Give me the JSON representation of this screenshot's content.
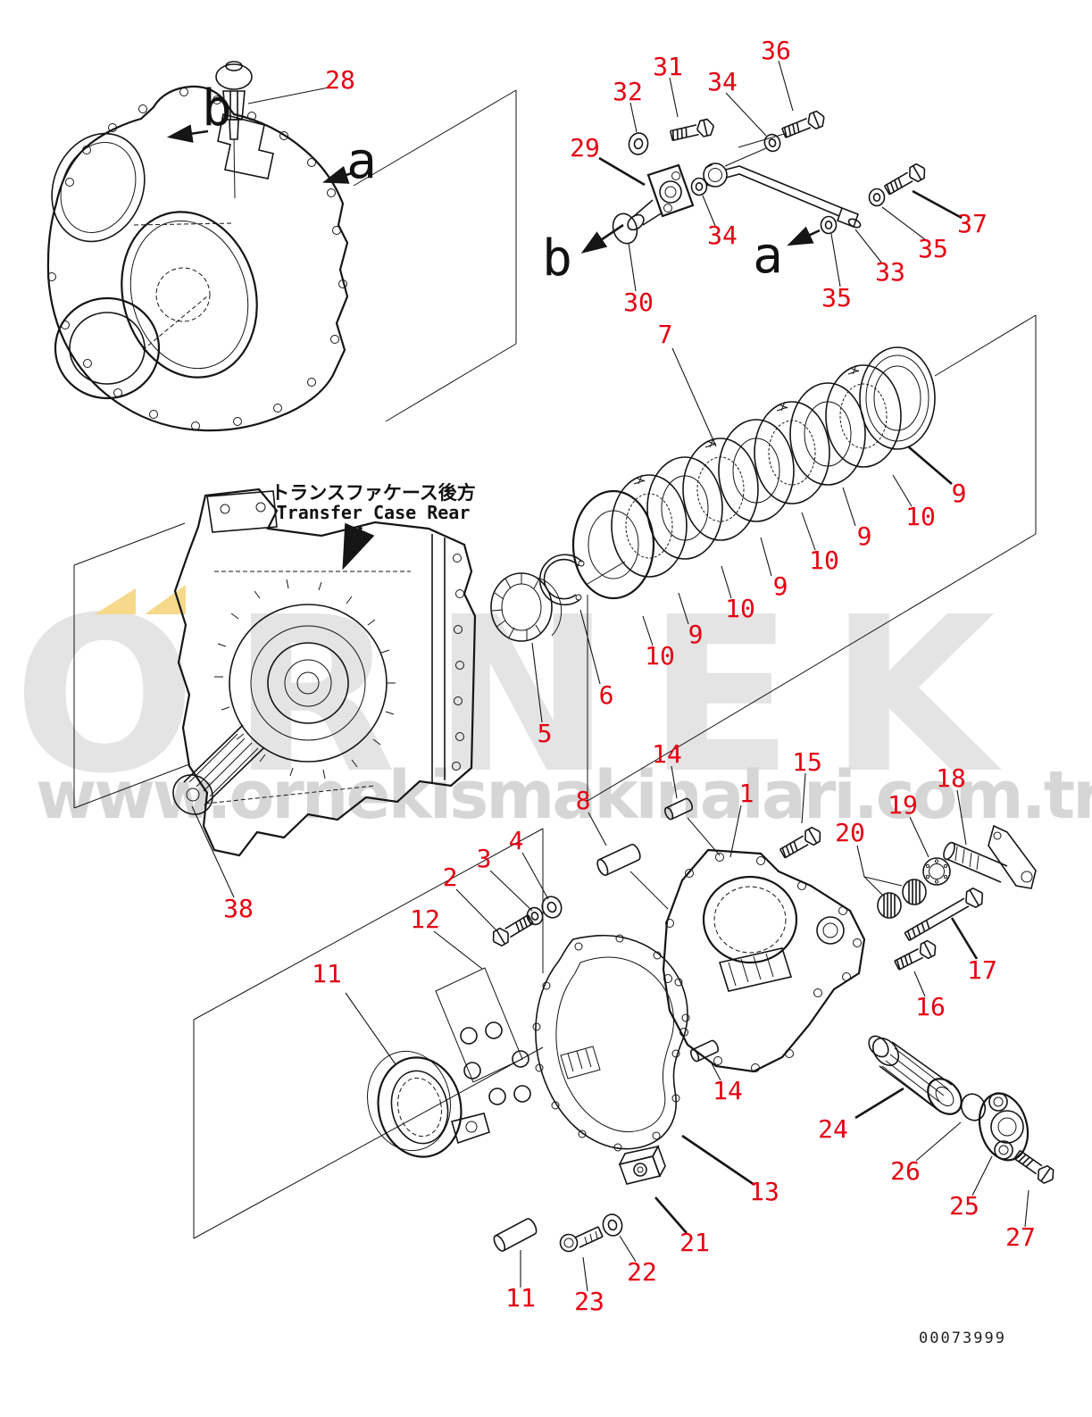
{
  "figure": {
    "doc_number": "00073999",
    "title_jp": "トランスファケース後方",
    "title_en": "Transfer Case Rear"
  },
  "watermark": {
    "brand": "ORNEK",
    "url": "www.ornekismakinalari.com.tr",
    "logo_triangle_color": "#f6d98a",
    "brand_color": "#e4e4e4",
    "url_color": "#d6d6d6"
  },
  "colors": {
    "callout_red": "#e50012",
    "line_black": "#151515",
    "background": "#ffffff"
  },
  "view_letters": [
    {
      "t": "b"
    },
    {
      "t": "a"
    },
    {
      "t": "b"
    },
    {
      "t": "a"
    }
  ],
  "callouts": [
    {
      "t": "28"
    },
    {
      "t": "36"
    },
    {
      "t": "31"
    },
    {
      "t": "34"
    },
    {
      "t": "32"
    },
    {
      "t": "29"
    },
    {
      "t": "34"
    },
    {
      "t": "30"
    },
    {
      "t": "33"
    },
    {
      "t": "35"
    },
    {
      "t": "35"
    },
    {
      "t": "37"
    },
    {
      "t": "7"
    },
    {
      "t": "9"
    },
    {
      "t": "10"
    },
    {
      "t": "9"
    },
    {
      "t": "10"
    },
    {
      "t": "9"
    },
    {
      "t": "10"
    },
    {
      "t": "9"
    },
    {
      "t": "10"
    },
    {
      "t": "6"
    },
    {
      "t": "5"
    },
    {
      "t": "14"
    },
    {
      "t": "8"
    },
    {
      "t": "15"
    },
    {
      "t": "1"
    },
    {
      "t": "18"
    },
    {
      "t": "19"
    },
    {
      "t": "20"
    },
    {
      "t": "17"
    },
    {
      "t": "16"
    },
    {
      "t": "2"
    },
    {
      "t": "3"
    },
    {
      "t": "4"
    },
    {
      "t": "12"
    },
    {
      "t": "38"
    },
    {
      "t": "11"
    },
    {
      "t": "14"
    },
    {
      "t": "24"
    },
    {
      "t": "26"
    },
    {
      "t": "25"
    },
    {
      "t": "27"
    },
    {
      "t": "13"
    },
    {
      "t": "21"
    },
    {
      "t": "22"
    },
    {
      "t": "23"
    },
    {
      "t": "11"
    }
  ]
}
